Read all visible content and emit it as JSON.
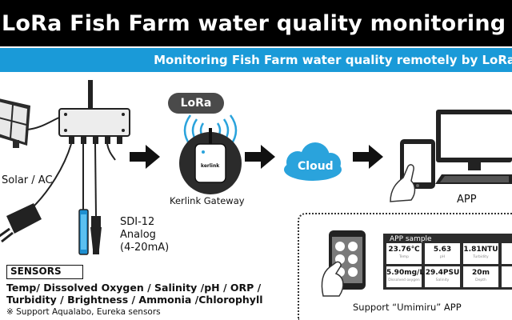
{
  "header": {
    "title": "LoRa Fish Farm water quality monitoring",
    "subtitle": "Monitoring Fish Farm water quality remotely by LoRa"
  },
  "colors": {
    "title_background": "#000000",
    "subtitle_background": "#1a9ad8",
    "cloud": "#2aa3dc",
    "sensor_probe": "#1e8fd0"
  },
  "diagram": {
    "power_label": "Solar / AC",
    "sdi_label": "SDI-12",
    "analog_label": "Analog",
    "analog_range": "(4-20mA)",
    "lora_badge": "LoRa",
    "gateway_label": "Kerlink Gateway",
    "gateway_device_text": "kerlink",
    "cloud_label": "Cloud",
    "app_label": "APP"
  },
  "sensors": {
    "heading": "SENSORS",
    "line1": "Temp/ Dissolved Oxygen / Salinity /pH / ORP /",
    "line2": "Turbidity / Brightness / Ammonia /Chlorophyll",
    "note": "※ Support Aqualabo, Eureka sensors"
  },
  "app_sample": {
    "title": "APP sample",
    "support_label": "Support “Umimiru” APP",
    "cells": [
      {
        "value": "23.76℃",
        "label": "Temp"
      },
      {
        "value": "5.63",
        "label": "pH"
      },
      {
        "value": "1.81NTU",
        "label": "Turbidity"
      },
      {
        "value": "5.90mg/L",
        "label": "Dissolved oxygen"
      },
      {
        "value": "29.4PSU",
        "label": "Salinity"
      },
      {
        "value": "20m",
        "label": "Depth"
      }
    ]
  }
}
